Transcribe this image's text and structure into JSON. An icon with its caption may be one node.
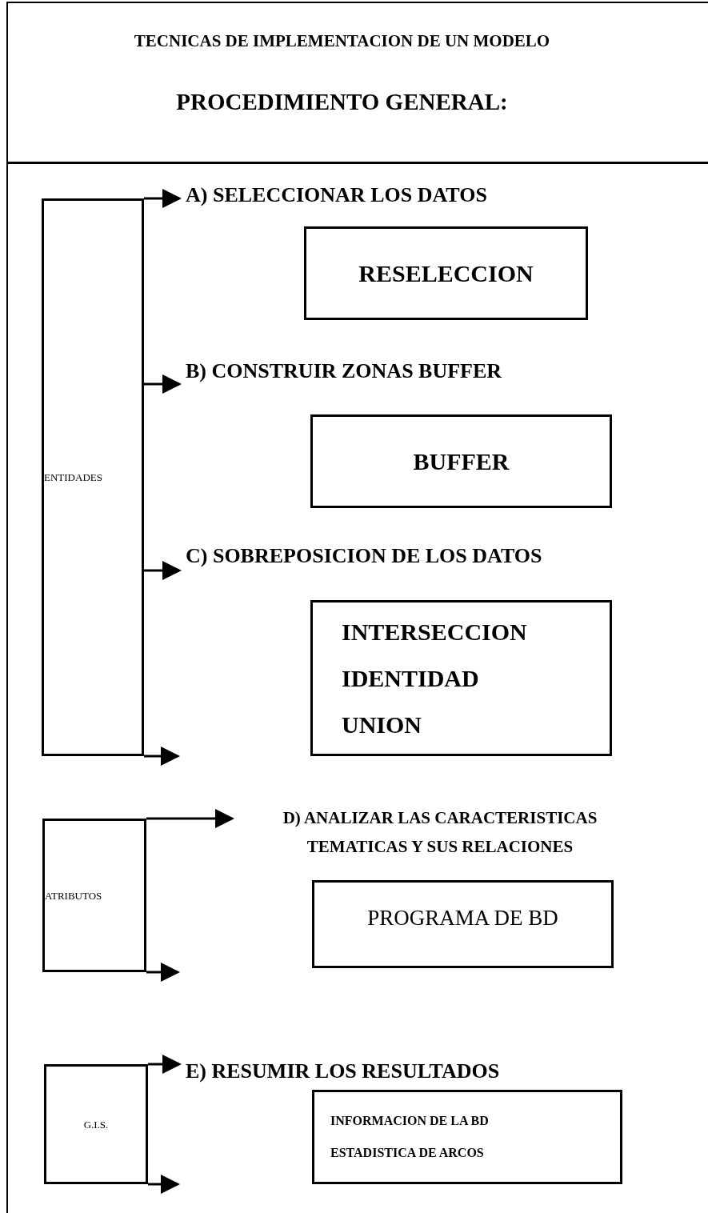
{
  "diagram": {
    "nodes": [
      {
        "text": [
          "TECNICAS DE IMPLEMENTACION DE UN MODELO",
          "PROCEDIMIENTO GENERAL:"
        ]
      },
      {
        "text": [
          "ENTIDADES"
        ]
      },
      {
        "text": [
          "A) SELECCIONAR LOS DATOS"
        ]
      },
      {
        "text": [
          "RESELECCION"
        ]
      },
      {
        "text": [
          "B) CONSTRUIR ZONAS BUFFER"
        ]
      },
      {
        "text": [
          "BUFFER"
        ]
      },
      {
        "text": [
          "C) SOBREPOSICION DE LOS DATOS"
        ]
      },
      {
        "text": [
          "INTERSECCION",
          "IDENTIDAD",
          "UNION"
        ]
      },
      {
        "text": [
          "ATRIBUTOS"
        ]
      },
      {
        "text": [
          "D) ANALIZAR LAS CARACTERISTICAS TEMATICAS Y SUS RELACIONES"
        ]
      },
      {
        "text": [
          "PROGRAMA DE BD"
        ]
      },
      {
        "text": [
          "G.I.S."
        ]
      },
      {
        "text": [
          "E) RESUMIR LOS RESULTADOS"
        ]
      },
      {
        "text": [
          "INFORMACION DE LA BD",
          "ESTADISTICA DE ARCOS"
        ]
      }
    ],
    "edges": [
      {
        "from": 1,
        "to": 2,
        "arrow": "to"
      },
      {
        "from": 1,
        "to": 4,
        "arrow": "to"
      },
      {
        "from": 1,
        "to": 6,
        "arrow": "to"
      },
      {
        "from": 1,
        "to": null,
        "arrow": "to"
      },
      {
        "from": 8,
        "to": 9,
        "arrow": "to"
      },
      {
        "from": 8,
        "to": null,
        "arrow": "to"
      },
      {
        "from": 11,
        "to": 12,
        "arrow": "to"
      },
      {
        "from": 11,
        "to": null,
        "arrow": "to"
      }
    ]
  }
}
